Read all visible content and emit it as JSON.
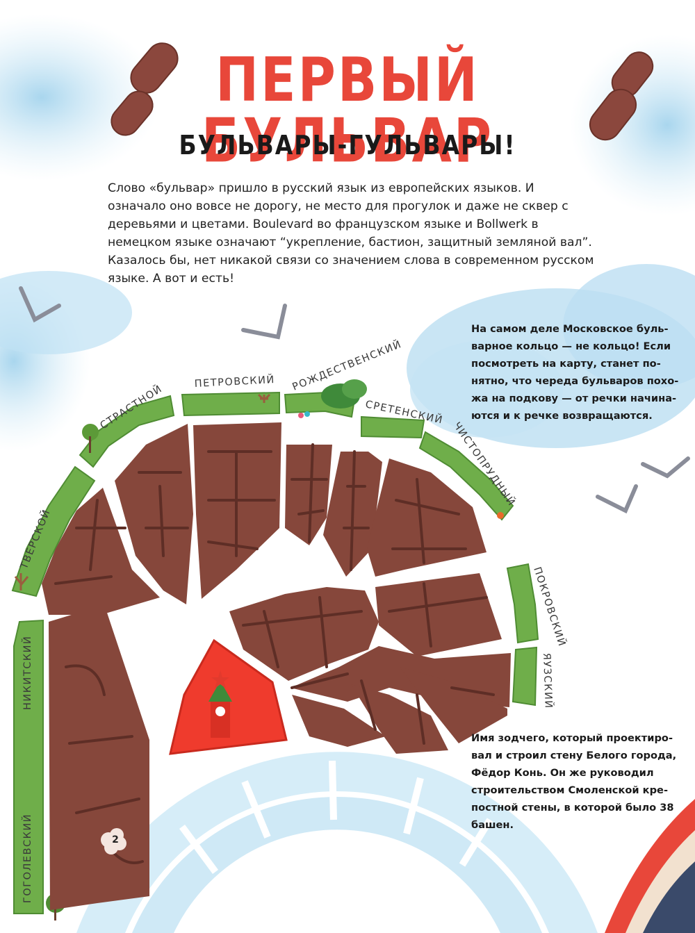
{
  "title": "ПЕРВЫЙ БУЛЬВАР",
  "subtitle": "БУЛЬВАРЫ-ГУЛЬВАРЫ!",
  "intro_text": "Слово «бульвар» пришло в русский язык из европейских языков. И означало оно вовсе не дорогу, не место для прогулок и даже не сквер с деревьями и цветами. Boulevard во французском языке и Bollwerk в немецком языке означают “укреп­ление, бастион, защитный земляной вал”. Казалось бы, нет никакой связи со зна­чением слова в современном русском языке. А вот и есть!",
  "note_horseshoe": "На самом деле Московское буль­варное кольцо — не кольцо! Если посмотреть на карту, станет по­нятно, что череда бульваров похо­жа на подкову — от речки начина­ются и к речке возвращаются.",
  "note_architect": "Имя зодчего, который проектиро­вал и строил стену Белого города, Фёдор Конь. Он же руководил строительством Смоленской кре­постной стены, в которой было 38 башен.",
  "page_number": "2",
  "boulevards": {
    "gogolevsky": "ГОГОЛЕВСКИЙ",
    "nikitsky": "НИКИТСКИЙ",
    "tverskoy": "ТВЕРСКОЙ",
    "strastnoy": "СТРАСТНОЙ",
    "petrovsky": "ПЕТРОВСКИЙ",
    "rozhdestvensky": "РОЖДЕСТВЕНСКИЙ",
    "sretensky": "СРЕТЕНСКИЙ",
    "chistoprudny": "ЧИСТОПРУДНЫЙ",
    "pokrovsky": "ПОКРОВСКИЙ",
    "yauzsky": "ЯУЗСКИЙ"
  },
  "colors": {
    "title": "#e8473a",
    "blocks": "#8a4a3e",
    "block_lines": "#5e2e26",
    "grass": "#6fae4a",
    "kremlin": "#ef3b2d",
    "river": "#cfe9f6",
    "sky": "#bfe0f2"
  }
}
